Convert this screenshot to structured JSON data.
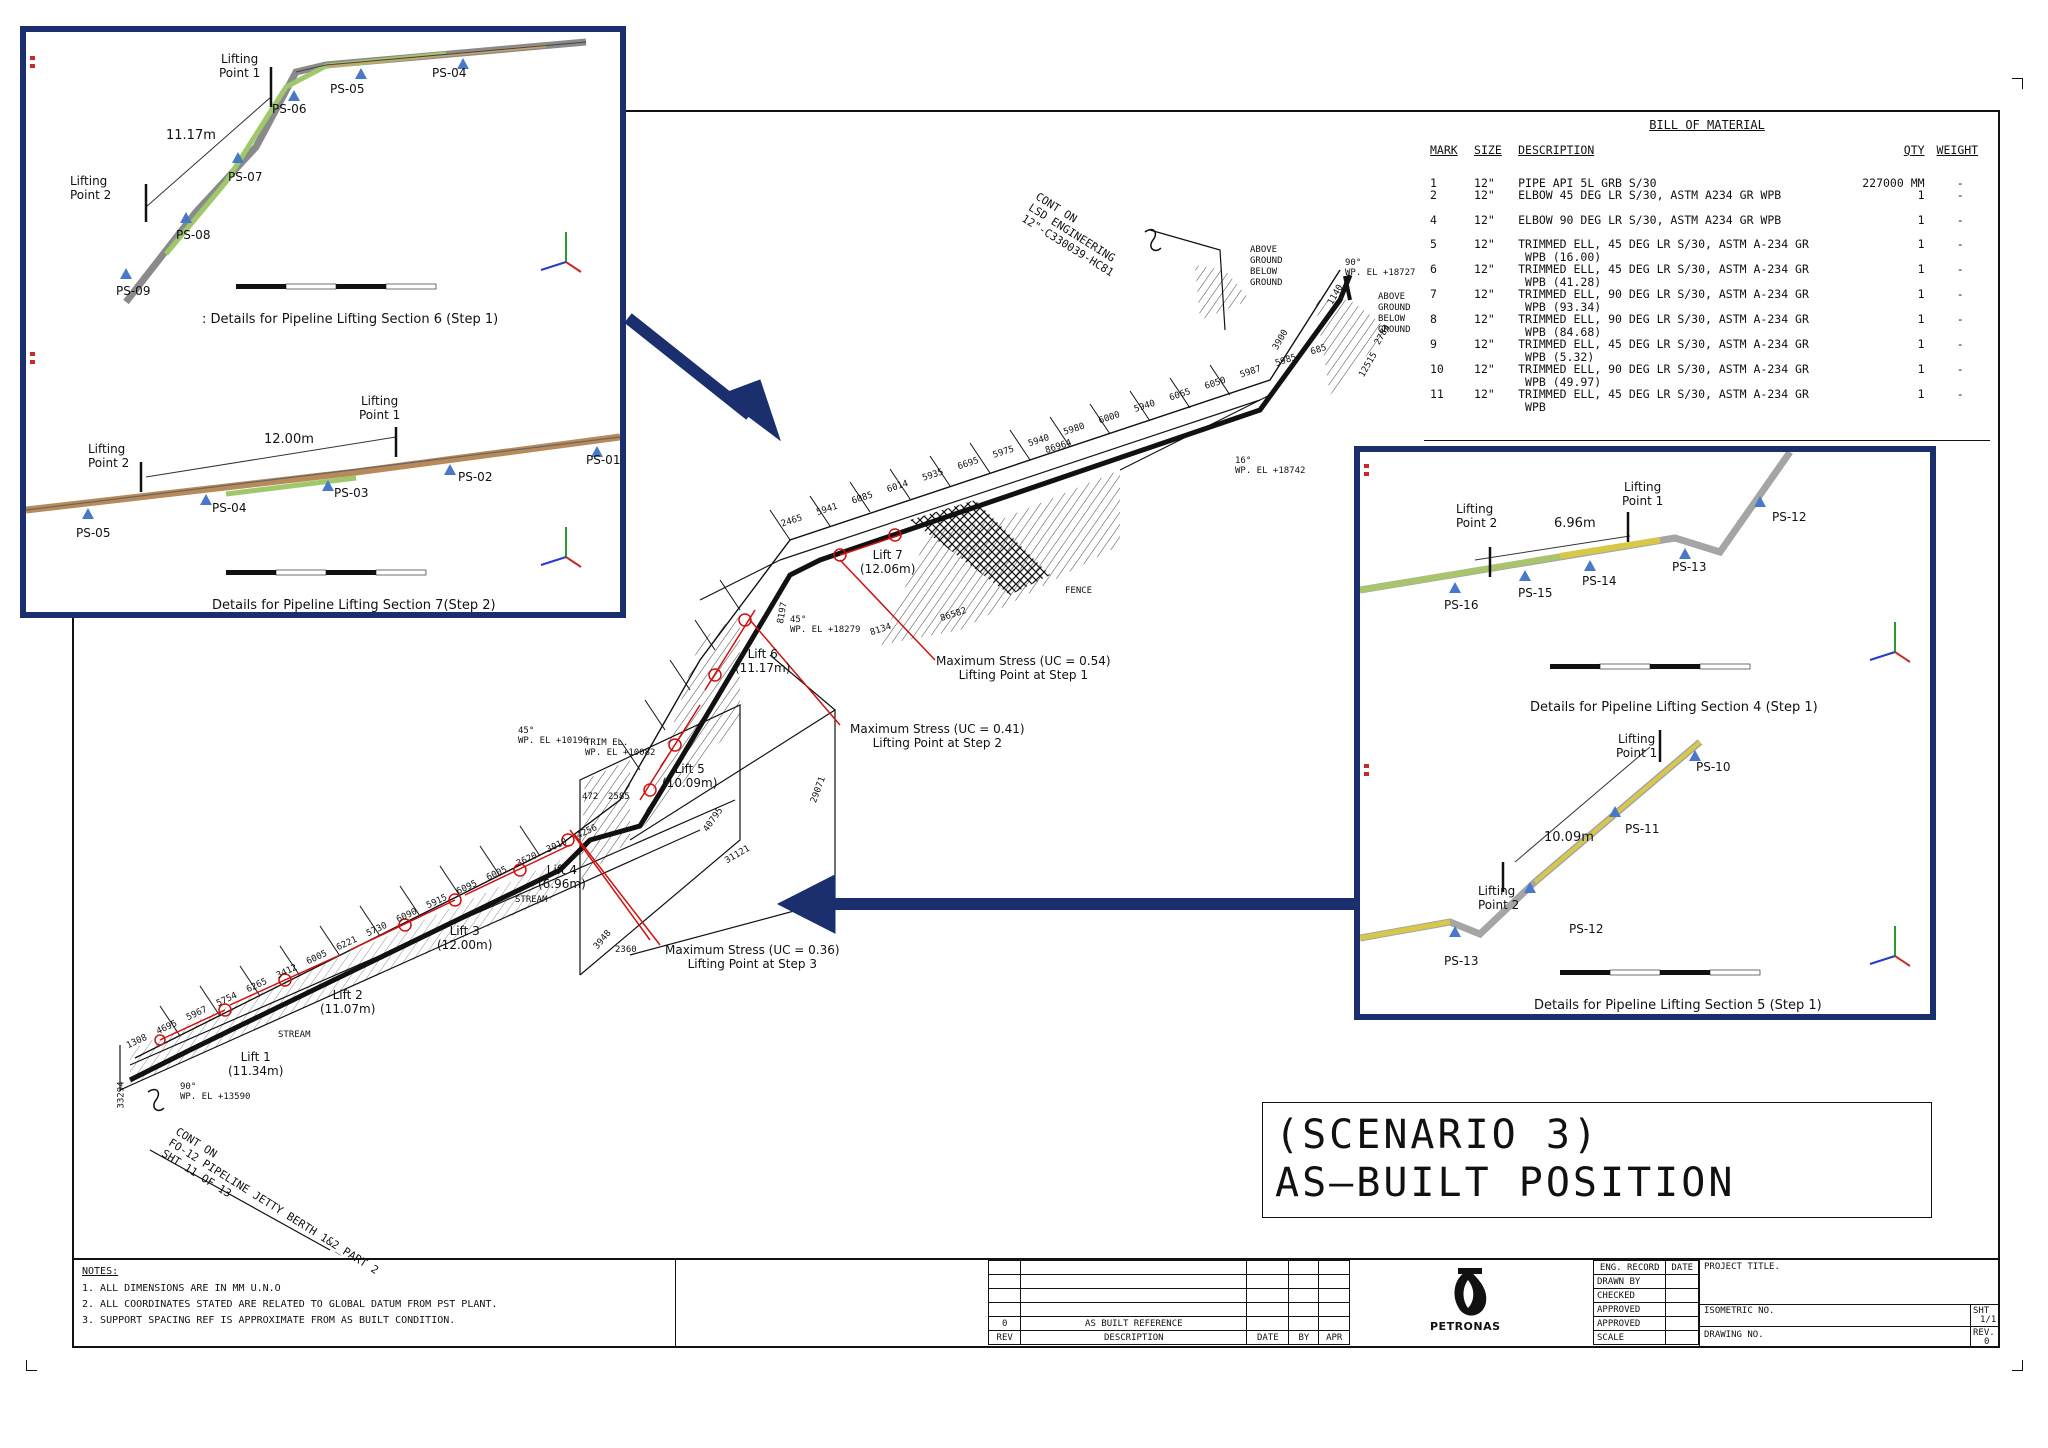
{
  "scenario": {
    "line1": "(SCENARIO 3)",
    "line2": "AS—BUILT POSITION"
  },
  "insets": {
    "sec6": {
      "caption": ": Details for Pipeline Lifting Section 6 (Step 1)",
      "span": "11.17m",
      "lp1": [
        "Lifting",
        "Point 1"
      ],
      "lp2": [
        "Lifting",
        "Point 2"
      ],
      "supports": [
        "PS-04",
        "PS-05",
        "PS-06",
        "PS-07",
        "PS-08",
        "PS-09"
      ]
    },
    "sec7": {
      "caption": "Details for Pipeline Lifting Section 7(Step 2)",
      "span": "12.00m",
      "lp1": [
        "Lifting",
        "Point 1"
      ],
      "lp2": [
        "Lifting",
        "Point 2"
      ],
      "supports": [
        "PS-01",
        "PS-02",
        "PS-03",
        "PS-04",
        "PS-05"
      ]
    },
    "sec4": {
      "caption": "Details for Pipeline Lifting Section 4 (Step 1)",
      "span": "6.96m",
      "lp1": [
        "Lifting",
        "Point 1"
      ],
      "lp2": [
        "Lifting",
        "Point 2"
      ],
      "supports": [
        "PS-12",
        "PS-13",
        "PS-14",
        "PS-15",
        "PS-16"
      ]
    },
    "sec5": {
      "caption": "Details for Pipeline Lifting Section 5 (Step 1)",
      "span": "10.09m",
      "lp1": [
        "Lifting",
        "Point 1"
      ],
      "lp2": [
        "Lifting",
        "Point 2"
      ],
      "supports": [
        "PS-10",
        "PS-11",
        "PS-12",
        "PS-13"
      ]
    }
  },
  "lifts": [
    {
      "name": "Lift 1",
      "len": "(11.34m)"
    },
    {
      "name": "Lift 2",
      "len": "(11.07m)"
    },
    {
      "name": "Lift 3",
      "len": "(12.00m)"
    },
    {
      "name": "Lift 4",
      "len": "(6.96m)"
    },
    {
      "name": "Lift 5",
      "len": "(10.09m)"
    },
    {
      "name": "Lift 6",
      "len": "(11.17m)"
    },
    {
      "name": "Lift 7",
      "len": "(12.06m)"
    }
  ],
  "stress": [
    {
      "l1": "Maximum Stress (UC = 0.54)",
      "l2": "Lifting Point at Step 1"
    },
    {
      "l1": "Maximum Stress (UC = 0.41)",
      "l2": "Lifting Point at Step 2"
    },
    {
      "l1": "Maximum Stress (UC = 0.36)",
      "l2": "Lifting Point at Step 3"
    }
  ],
  "iso": {
    "cont_top": [
      "CONT ON",
      "LSD ENGINEERING",
      "12\"-C330039-HC81"
    ],
    "cont_bottom": [
      "CONT ON",
      "FO-12 PIPELINE JETTY BERTH 1&2_PART 2",
      "SHT 11 OF 13"
    ],
    "ground": [
      "ABOVE",
      "GROUND",
      "BELOW",
      "GROUND"
    ],
    "fence": "FENCE",
    "stream": "STREAM",
    "el_top": [
      "90°",
      "WP. EL +18727"
    ],
    "el_5": [
      "16°",
      "WP. EL +18742"
    ],
    "el_mid": [
      "45°",
      "WP. EL +18279"
    ],
    "el_trim": [
      "TRIM EL.",
      "WP. EL +10082"
    ],
    "el_45": [
      "45°",
      "WP. EL +10196"
    ],
    "el_start": [
      "90°",
      "WP. EL +13590"
    ],
    "dims_upper": [
      "2465",
      "5941",
      "6085",
      "6014",
      "5935",
      "6695",
      "5975",
      "5940",
      "5980",
      "6000",
      "5940",
      "6065",
      "6050",
      "5987",
      "5985",
      "685"
    ],
    "dims_lower": [
      "1308",
      "4695",
      "5967",
      "5754",
      "6265",
      "3412",
      "6005",
      "6221",
      "5730",
      "6090",
      "5915",
      "6095",
      "6005",
      "3620",
      "3010",
      "4256"
    ],
    "dims_misc": [
      "86964",
      "86582",
      "8134",
      "8197",
      "472",
      "2585",
      "31121",
      "40795",
      "29071",
      "3948",
      "2360",
      "12515",
      "2783",
      "1140",
      "3900",
      "33294"
    ]
  },
  "bom": {
    "title": "BILL OF MATERIAL",
    "headers": [
      "MARK",
      "SIZE",
      "DESCRIPTION",
      "QTY",
      "WEIGHT"
    ],
    "rows": [
      {
        "mark": "1",
        "size": "12\"",
        "desc": "PIPE API 5L GRB S/30",
        "qty": "227000 MM",
        "wt": "-"
      },
      {
        "mark": "2",
        "size": "12\"",
        "desc": "ELBOW 45 DEG LR S/30, ASTM A234 GR WPB",
        "qty": "1",
        "wt": "-"
      },
      {
        "mark": "4",
        "size": "12\"",
        "desc": "ELBOW 90 DEG LR S/30, ASTM A234 GR WPB",
        "qty": "1",
        "wt": "-"
      },
      {
        "mark": "5",
        "size": "12\"",
        "desc": "TRIMMED ELL, 45 DEG LR S/30, ASTM A-234 GR\n WPB (16.00)",
        "qty": "1",
        "wt": "-"
      },
      {
        "mark": "6",
        "size": "12\"",
        "desc": "TRIMMED ELL, 45 DEG LR S/30, ASTM A-234 GR\n WPB (41.28)",
        "qty": "1",
        "wt": "-"
      },
      {
        "mark": "7",
        "size": "12\"",
        "desc": "TRIMMED ELL, 90 DEG LR S/30, ASTM A-234 GR\n WPB (93.34)",
        "qty": "1",
        "wt": "-"
      },
      {
        "mark": "8",
        "size": "12\"",
        "desc": "TRIMMED ELL, 90 DEG LR S/30, ASTM A-234 GR\n WPB (84.68)",
        "qty": "1",
        "wt": "-"
      },
      {
        "mark": "9",
        "size": "12\"",
        "desc": "TRIMMED ELL, 45 DEG LR S/30, ASTM A-234 GR\n WPB (5.32)",
        "qty": "1",
        "wt": "-"
      },
      {
        "mark": "10",
        "size": "12\"",
        "desc": "TRIMMED ELL, 90 DEG LR S/30, ASTM A-234 GR\n WPB (49.97)",
        "qty": "1",
        "wt": "-"
      },
      {
        "mark": "11",
        "size": "12\"",
        "desc": "TRIMMED ELL, 45 DEG LR S/30, ASTM A-234 GR\n WPB",
        "qty": "1",
        "wt": "-"
      }
    ]
  },
  "notes": {
    "title": "NOTES:",
    "items": [
      "1.  ALL DIMENSIONS ARE IN MM U.N.O",
      "2.  ALL COORDINATES STATED ARE RELATED TO GLOBAL DATUM FROM PST PLANT.",
      "3.  SUPPORT SPACING REF IS APPROXIMATE FROM AS BUILT CONDITION."
    ]
  },
  "revision": {
    "rev": "0",
    "desc": "AS BUILT REFERENCE",
    "h_rev": "REV",
    "h_desc": "DESCRIPTION",
    "h_date": "DATE",
    "h_by": "BY",
    "h_apr": "APR"
  },
  "logo": "PETRONAS",
  "record": {
    "h_eng": "ENG. RECORD",
    "h_date": "DATE",
    "rows": [
      "DRAWN BY",
      "CHECKED",
      "APPROVED",
      "APPROVED",
      "SCALE"
    ]
  },
  "project": {
    "title": "PROJECT TITLE.",
    "iso": "ISOMETRIC NO.",
    "drawing": "DRAWING NO.",
    "sht_label": "SHT",
    "sht": "1/1",
    "rev_label": "REV.",
    "rev": "0"
  }
}
